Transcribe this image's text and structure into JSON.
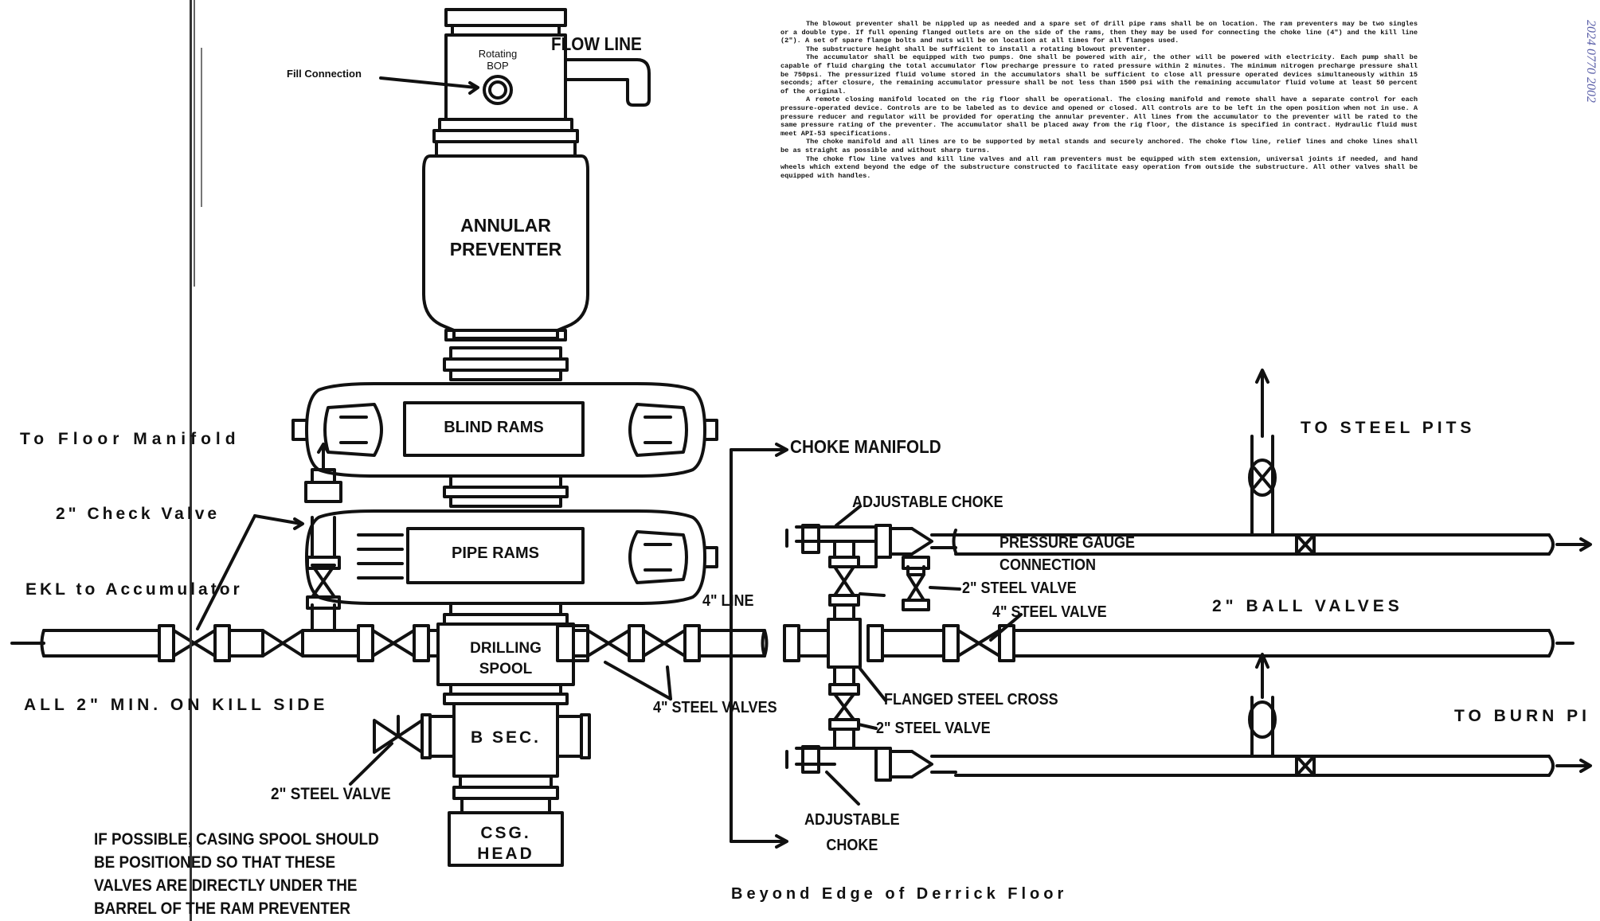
{
  "labels": {
    "flow_line": "FLOW LINE",
    "rotating_bop_line1": "Rotating",
    "rotating_bop_line2": "BOP",
    "fill_connection": "Fill Connection",
    "annular_line1": "ANNULAR",
    "annular_line2": "PREVENTER",
    "blind_rams": "BLIND RAMS",
    "pipe_rams": "PIPE RAMS",
    "drilling_spool_line1": "DRILLING",
    "drilling_spool_line2": "SPOOL",
    "b_sec": "B SEC.",
    "csg_head_line1": "CSG.",
    "csg_head_line2": "HEAD",
    "to_floor_manifold": "To Floor Manifold",
    "check_valve": "2\" Check Valve",
    "ekl_accumulator": "EKL to Accumulator",
    "kill_side": "ALL 2\" MIN. ON KILL SIDE",
    "steel_valve_2_left": "2\" STEEL VALVE",
    "choke_manifold": "CHOKE MANIFOLD",
    "adjustable_choke_top": "ADJUSTABLE CHOKE",
    "pressure_gauge_line1": "PRESSURE GAUGE",
    "pressure_gauge_line2": "CONNECTION",
    "steel_valve_2_a": "2\" STEEL VALVE",
    "steel_valve_4": "4\" STEEL VALVE",
    "line_4": "4\" LINE",
    "steel_valves_4": "4\" STEEL VALVES",
    "flanged_cross": "FLANGED STEEL CROSS",
    "steel_valve_2_b": "2\" STEEL VALVE",
    "adjustable_choke_bottom_line1": "ADJUSTABLE",
    "adjustable_choke_bottom_line2": "CHOKE",
    "to_steel_pits": "TO STEEL PITS",
    "ball_valves": "2\" BALL VALVES",
    "to_burn_pit": "TO BURN PI",
    "beyond_edge": "Beyond Edge of Derrick Floor",
    "casing_note": [
      "IF POSSIBLE, CASING SPOOL SHOULD",
      "BE POSITIONED SO THAT THESE",
      "VALVES ARE DIRECTLY UNDER THE",
      "BARREL OF THE RAM PREVENTER"
    ],
    "side_stamp": "2024 0770 2002"
  },
  "spec_paragraphs": [
    "The blowout preventer shall be nippled up as needed and a spare set of drill pipe rams shall be on location. The ram preventers may be two singles or a double type. If full opening flanged outlets are on the side of the rams, then they may be used for connecting the choke line (4\") and the kill line (2\"). A set of spare flange bolts and nuts will be on location at all times for all flanges used.",
    "The substructure height shall be sufficient to install a rotating blowout preventer.",
    "The accumulator shall be equipped with two pumps. One shall be powered with air, the other will be powered with electricity. Each pump shall be capable of fluid charging the total accumulator flow precharge pressure to rated pressure within 2 minutes. The minimum nitrogen precharge pressure shall be 750psi. The pressurized fluid volume stored in the accumulators shall be sufficient to close all pressure operated devices simultaneously within 15 seconds; after closure, the remaining accumulator pressure shall be not less than 1500 psi with the remaining accumulator fluid volume at least 50 percent of the original.",
    "A remote closing manifold located on the rig floor shall be operational. The closing manifold and remote shall have a separate control for each pressure-operated device. Controls are to be labeled as to device and opened or closed. All controls are to be left in the open position when not in use. A pressure reducer and regulator will be provided for operating the annular preventer. All lines from the accumulator to the preventer will be rated to the same pressure rating of the preventer. The accumulator shall be placed away from the rig floor, the distance is specified in contract. Hydraulic fluid must meet API-53 specifications.",
    "The choke manifold and all lines are to be supported by metal stands and securely anchored. The choke flow line, relief lines and choke lines shall be as straight as possible and without sharp turns.",
    "The choke flow line valves and kill line valves and all ram preventers must be equipped with stem extension, universal joints if needed, and hand wheels which extend beyond the edge of the substructure constructed to facilitate easy operation from outside the substructure. All other valves shall be equipped with handles."
  ]
}
